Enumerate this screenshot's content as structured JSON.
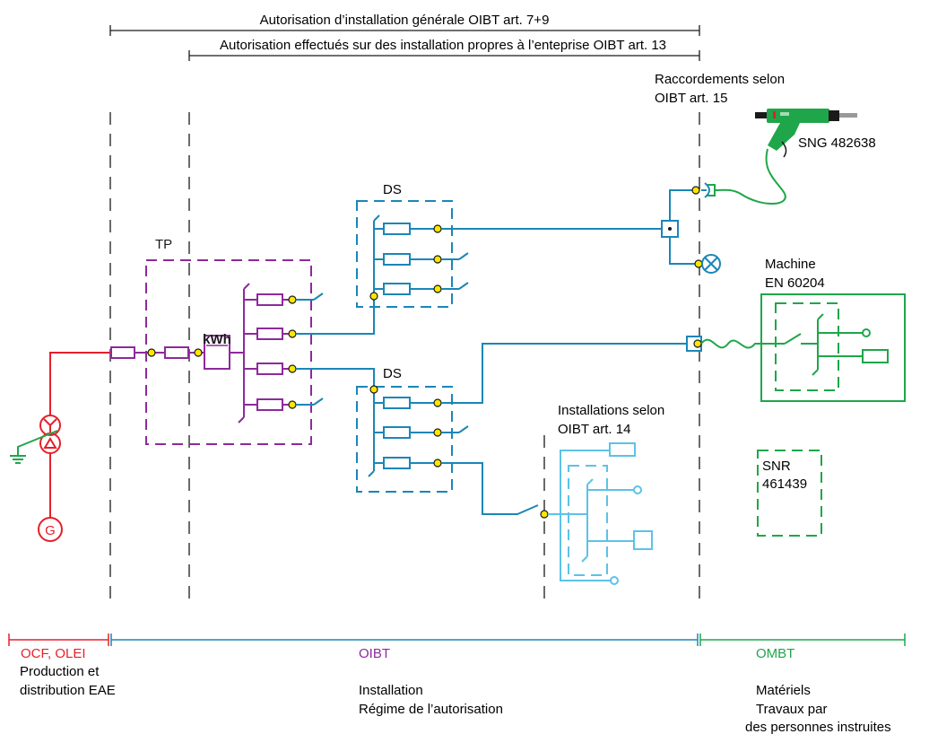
{
  "headers": {
    "general": "Autorisation d’installation générale OIBT art. 7+9",
    "enterprise": "Autorisation effectués sur des installation propres à l’enteprise OIBT art. 13"
  },
  "labels": {
    "raccordements_line1": "Raccordements selon",
    "raccordements_line2": "OIBT art. 15",
    "sng": "SNG 482638",
    "ds_top": "DS",
    "ds_bottom": "DS",
    "tp": "TP",
    "kwh": "kWh",
    "machine_line1": "Machine",
    "machine_line2": "EN 60204",
    "installations_line1": "Installations selon",
    "installations_line2": "OIBT art. 14",
    "snr_line1": "SNR",
    "snr_line2": "461439",
    "generator": "G"
  },
  "footer": {
    "ocf": {
      "title": "OCF, OLEI",
      "line1": "Production et",
      "line2": "distribution EAE"
    },
    "oibt": {
      "title": "OIBT",
      "line1": "Installation",
      "line2": "Régime de l’autorisation"
    },
    "ombt": {
      "title": "OMBT",
      "line1": "Matériels",
      "line2": "Travaux par",
      "line3": "des personnes instruites"
    }
  },
  "colors": {
    "red": "#e5202a",
    "purple": "#8d2a9b",
    "blue": "#1b86b7",
    "light_blue": "#5cc2e8",
    "green": "#1fa64a",
    "node_yellow": "#ffe600"
  }
}
